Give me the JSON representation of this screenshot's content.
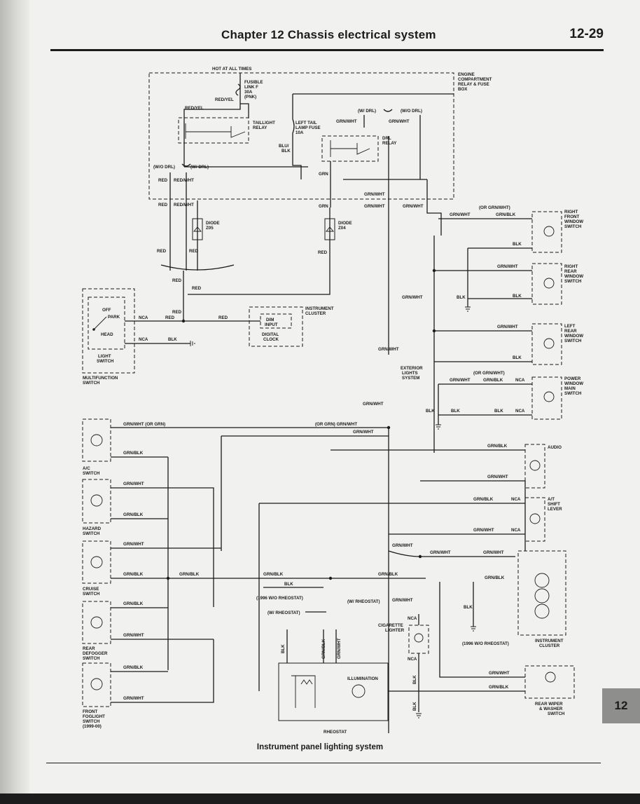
{
  "header": {
    "chapter_title": "Chapter 12  Chassis electrical system",
    "page_number": "12-29"
  },
  "caption": "Instrument panel lighting system",
  "tab_label": "12",
  "diagram": {
    "power": {
      "hot_at_all_times": "HOT AT ALL TIMES",
      "fusible_link": [
        "FUSIBLE",
        "LINK F",
        "30A",
        "(PNK)"
      ],
      "engine_box": [
        "ENGINE",
        "COMPARTMENT",
        "RELAY & FUSE",
        "BOX"
      ],
      "taillight_relay": [
        "TAILLIGHT",
        "RELAY"
      ],
      "left_tail_fuse": [
        "LEFT TAIL",
        "LAMP FUSE",
        "10A"
      ],
      "drl_relay": [
        "DRL",
        "RELAY"
      ],
      "w_drl": "(W/ DRL)",
      "wo_drl": "(W/O DRL)",
      "wo_drl_left": "(W/O DRL)",
      "w_drl_left": "(W/ DRL)",
      "diode_z05": [
        "DIODE",
        "Z05"
      ],
      "diode_z04": [
        "DIODE",
        "Z04"
      ]
    },
    "wires": {
      "red": "RED",
      "red_yel": "RED/YEL",
      "red_wht": "RED/WHT",
      "grn": "GRN",
      "grn_wht": "GRN/WHT",
      "grn_blk": "GRN/BLK",
      "blu_blk": [
        "BLU/",
        "BLK"
      ],
      "blk": "BLK",
      "nca": "NCA",
      "or_grn_wht": "(OR GRN/WHT)",
      "grn_wht_or_grn": "GRN/WHT (OR GRN)",
      "or_grn_grn_wht": "(OR GRN) GRN/WHT"
    },
    "light_switch": {
      "off": "OFF",
      "park": "PARK",
      "head": "HEAD",
      "light_switch_label": [
        "LIGHT",
        "SWITCH"
      ],
      "multifunction": [
        "MULTIFUNCTION",
        "SWITCH"
      ]
    },
    "cluster": {
      "instrument_cluster": [
        "INSTRUMENT",
        "CLUSTER"
      ],
      "dim_input": [
        "DIM",
        "INPUT"
      ],
      "digital_clock": [
        "DIGITAL",
        "CLOCK"
      ]
    },
    "right_switches": {
      "rf_window": [
        "RIGHT",
        "FRONT",
        "WINDOW",
        "SWITCH"
      ],
      "rr_window": [
        "RIGHT",
        "REAR",
        "WINDOW",
        "SWITCH"
      ],
      "lr_window": [
        "LEFT",
        "REAR",
        "WINDOW",
        "SWITCH"
      ],
      "exterior_lights": [
        "EXTERIOR",
        "LIGHTS",
        "SYSTEM"
      ],
      "power_window_main": [
        "POWER",
        "WINDOW",
        "MAIN",
        "SWITCH"
      ],
      "audio": "AUDIO",
      "at_shift": [
        "A/T",
        "SHIFT",
        "LEVER"
      ],
      "instrument_cluster": [
        "INSTRUMENT",
        "CLUSTER"
      ],
      "rear_wiper": [
        "REAR WIPER",
        "& WASHER",
        "SWITCH"
      ],
      "wo_rheostat_1996": "(1996 W/O RHEOSTAT)"
    },
    "left_switches": {
      "ac": [
        "A/C",
        "SWITCH"
      ],
      "hazard": [
        "HAZARD",
        "SWITCH"
      ],
      "cruise": [
        "CRUISE",
        "SWITCH"
      ],
      "rear_defogger": [
        "REAR",
        "DEFOGGER",
        "SWITCH"
      ],
      "front_foglight": [
        "FRONT",
        "FOGLIGHT",
        "SWITCH",
        "(1999-00)"
      ]
    },
    "bottom": {
      "wo_rheostat_1996": "(1996 W/O RHEOSTAT)",
      "w_rheostat_a": "(W/ RHEOSTAT)",
      "w_rheostat_b": "(W/ RHEOSTAT)",
      "cigarette_lighter": [
        "CIGARETTE",
        "LIGHTER"
      ],
      "illumination": "ILLUMINATION",
      "rheostat": "RHEOSTAT"
    }
  }
}
